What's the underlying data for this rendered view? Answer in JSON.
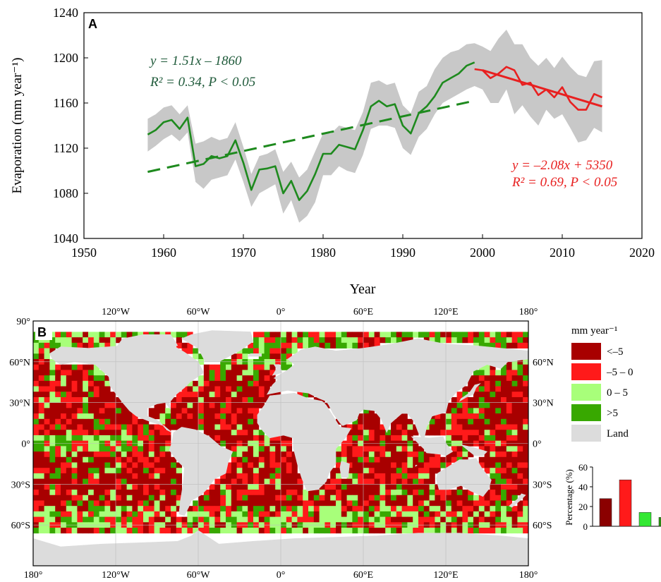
{
  "chart_data": [
    {
      "type": "line",
      "panel_label": "A",
      "xlabel": "Year",
      "ylabel": "Evaporation (mm year⁻¹)",
      "xlim": [
        1950,
        2020
      ],
      "ylim": [
        1040,
        1240
      ],
      "xticks": [
        1950,
        1960,
        1970,
        1980,
        1990,
        2000,
        2010,
        2020
      ],
      "yticks": [
        1040,
        1080,
        1120,
        1160,
        1200,
        1240
      ],
      "grid": false,
      "band": {
        "color": "#c8c8c8",
        "x": [
          1958,
          1959,
          1960,
          1961,
          1962,
          1963,
          1964,
          1965,
          1966,
          1967,
          1968,
          1969,
          1970,
          1971,
          1972,
          1973,
          1974,
          1975,
          1976,
          1977,
          1978,
          1979,
          1980,
          1981,
          1982,
          1983,
          1984,
          1985,
          1986,
          1987,
          1988,
          1989,
          1990,
          1991,
          1992,
          1993,
          1994,
          1995,
          1996,
          1997,
          1998,
          1999,
          2000,
          2001,
          2002,
          2003,
          2004,
          2005,
          2006,
          2007,
          2008,
          2009,
          2010,
          2011,
          2012,
          2013,
          2014,
          2015
        ],
        "upper": [
          1146,
          1150,
          1156,
          1158,
          1150,
          1158,
          1124,
          1126,
          1130,
          1127,
          1129,
          1143,
          1121,
          1097,
          1113,
          1115,
          1119,
          1099,
          1108,
          1094,
          1101,
          1117,
          1133,
          1133,
          1140,
          1138,
          1136,
          1152,
          1178,
          1180,
          1176,
          1178,
          1158,
          1151,
          1170,
          1175,
          1190,
          1200,
          1205,
          1207,
          1212,
          1213,
          1210,
          1206,
          1217,
          1225,
          1212,
          1212,
          1200,
          1193,
          1200,
          1191,
          1201,
          1192,
          1185,
          1183,
          1197,
          1198
        ],
        "lower": [
          1117,
          1122,
          1128,
          1132,
          1126,
          1134,
          1090,
          1084,
          1092,
          1094,
          1096,
          1110,
          1090,
          1068,
          1080,
          1084,
          1088,
          1062,
          1074,
          1054,
          1060,
          1072,
          1096,
          1096,
          1104,
          1100,
          1098,
          1114,
          1137,
          1140,
          1140,
          1138,
          1120,
          1114,
          1130,
          1137,
          1150,
          1160,
          1164,
          1168,
          1172,
          1175,
          1172,
          1160,
          1160,
          1172,
          1150,
          1158,
          1148,
          1140,
          1154,
          1146,
          1150,
          1138,
          1125,
          1127,
          1138,
          1134
        ]
      },
      "series": [
        {
          "color": "#1e8a1e",
          "x": [
            1958,
            1959,
            1960,
            1961,
            1962,
            1963,
            1964,
            1965,
            1966,
            1967,
            1968,
            1969,
            1970,
            1971,
            1972,
            1973,
            1974,
            1975,
            1976,
            1977,
            1978,
            1979,
            1980,
            1981,
            1982,
            1983,
            1984,
            1985,
            1986,
            1987,
            1988,
            1989,
            1990,
            1991,
            1992,
            1993,
            1994,
            1995,
            1996,
            1997,
            1998,
            1999
          ],
          "y": [
            1132,
            1136,
            1143,
            1145,
            1137,
            1147,
            1104,
            1106,
            1113,
            1111,
            1113,
            1127,
            1107,
            1083,
            1101,
            1102,
            1104,
            1080,
            1091,
            1074,
            1082,
            1097,
            1115,
            1115,
            1123,
            1121,
            1119,
            1136,
            1157,
            1162,
            1157,
            1159,
            1140,
            1133,
            1151,
            1157,
            1166,
            1178,
            1182,
            1186,
            1193,
            1196
          ]
        },
        {
          "color": "#e82020",
          "x": [
            1999,
            2000,
            2001,
            2002,
            2003,
            2004,
            2005,
            2006,
            2007,
            2008,
            2009,
            2010,
            2011,
            2012,
            2013,
            2014,
            2015
          ],
          "y": [
            1190,
            1189,
            1182,
            1186,
            1192,
            1189,
            1176,
            1178,
            1167,
            1172,
            1165,
            1174,
            1161,
            1154,
            1154,
            1168,
            1165
          ]
        }
      ],
      "trend_lines": [
        {
          "color": "#1e8a1e",
          "dash": true,
          "x": [
            1958,
            1999
          ],
          "y": [
            1099,
            1162
          ]
        },
        {
          "color": "#e82020",
          "dash": false,
          "x": [
            2000,
            2015
          ],
          "y": [
            1189,
            1157
          ]
        }
      ],
      "annotations": [
        {
          "color": "#1f5a3a",
          "line1": "y = 1.51x – 1860",
          "line2": "R² = 0.34, P < 0.05"
        },
        {
          "color": "#e82020",
          "line1": "y = –2.08x + 5350",
          "line2": "R² = 0.69, P < 0.05"
        }
      ]
    },
    {
      "type": "heatmap",
      "panel_label": "B",
      "xlim": [
        -180,
        180
      ],
      "ylim": [
        -90,
        90
      ],
      "grid": true,
      "lon_ticks_top": [
        "120°W",
        "60°W",
        "0°",
        "60°E",
        "120°E",
        "180°"
      ],
      "lon_tick_values_top": [
        -120,
        -60,
        0,
        60,
        120,
        180
      ],
      "lon_ticks_bottom": [
        "180°",
        "120°W",
        "60°W",
        "0°",
        "60°E",
        "120°E",
        "180°"
      ],
      "lon_tick_values_bottom": [
        -180,
        -120,
        -60,
        0,
        60,
        120,
        180
      ],
      "lat_ticks_left": [
        "90°",
        "60°N",
        "30°N",
        "0°",
        "30°S",
        "60°S"
      ],
      "lat_tick_values_left": [
        90,
        60,
        30,
        0,
        -30,
        -60
      ],
      "lat_ticks_right": [
        "60°N",
        "30°N",
        "0°",
        "30°S",
        "60°S"
      ],
      "lat_tick_values_right": [
        60,
        30,
        0,
        -30,
        -60
      ],
      "legend": {
        "title": "mm year⁻¹",
        "placement": "right",
        "items": [
          {
            "label": "<–5",
            "color": "#a80000"
          },
          {
            "label": "–5 – 0",
            "color": "#ff1a1a"
          },
          {
            "label": "0 – 5",
            "color": "#a8ff7a"
          },
          {
            "label": ">5",
            "color": "#38a800"
          },
          {
            "label": "Land",
            "color": "#dcdcdc"
          }
        ]
      }
    },
    {
      "type": "bar",
      "ylabel": "Percentage (%)",
      "ylim": [
        0,
        60
      ],
      "yticks": [
        0,
        20,
        40,
        60
      ],
      "categories": [
        "<–5",
        "–5 – 0",
        "0 – 5",
        ">5"
      ],
      "values": [
        28,
        47,
        14,
        9
      ],
      "colors": [
        "#8b0000",
        "#ff1a1a",
        "#33e833",
        "#2a9a10"
      ]
    }
  ]
}
